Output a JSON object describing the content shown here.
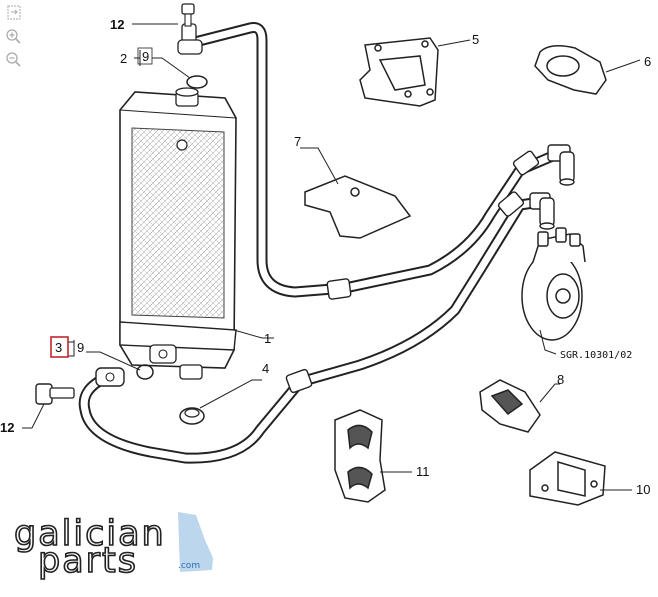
{
  "viewer_tools": {
    "fit_icon": "fit-screen-icon",
    "zoom_in_icon": "zoom-in-icon",
    "zoom_out_icon": "zoom-out-icon"
  },
  "callouts": [
    {
      "id": "c1",
      "text": "1"
    },
    {
      "id": "c2",
      "text": "2"
    },
    {
      "id": "c3",
      "text": "3"
    },
    {
      "id": "c4",
      "text": "4"
    },
    {
      "id": "c5",
      "text": "5"
    },
    {
      "id": "c6",
      "text": "6"
    },
    {
      "id": "c7",
      "text": "7"
    },
    {
      "id": "c8",
      "text": "8"
    },
    {
      "id": "c9a",
      "text": "9"
    },
    {
      "id": "c9b",
      "text": "9"
    },
    {
      "id": "c10",
      "text": "10"
    },
    {
      "id": "c11",
      "text": "11"
    },
    {
      "id": "c12a",
      "text": "12"
    },
    {
      "id": "c12b",
      "text": "12"
    }
  ],
  "diagram_ref": "SGR.10301/02",
  "highlight_color": "#c0282d",
  "logo": {
    "line1": "galician",
    "line2": "parts",
    "suffix": ".com",
    "accent_color": "#bcd6ee"
  }
}
